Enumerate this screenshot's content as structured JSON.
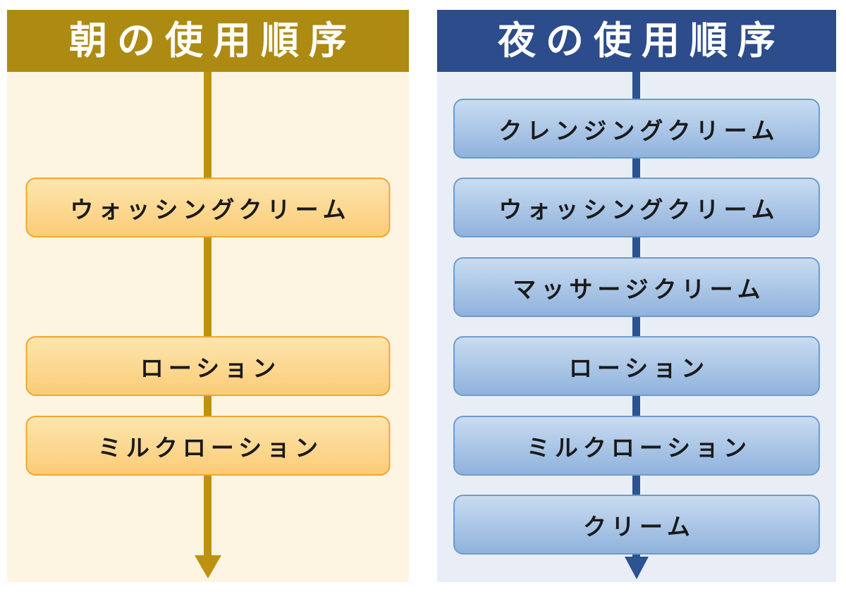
{
  "diagram_title": "skincare-usage-order-flowcharts",
  "panels": [
    {
      "id": "morning",
      "title": "朝の使用順序",
      "steps": [
        "ウォッシングクリーム",
        "ローション",
        "ミルクローション"
      ],
      "colors": {
        "header_bg": "#AD8A12",
        "header_text": "#FFFFFF",
        "body_bg": "#FDF5E2",
        "box_fill_top": "#FDE5AE",
        "box_fill_bottom": "#FBCC77",
        "box_border": "#F0A62F",
        "arrow": "#BE9210",
        "step_text": "#1A1A1A"
      }
    },
    {
      "id": "night",
      "title": "夜の使用順序",
      "steps": [
        "クレンジングクリーム",
        "ウォッシングクリーム",
        "マッサージクリーム",
        "ローション",
        "ミルクローション",
        "クリーム"
      ],
      "colors": {
        "header_bg": "#2C4C8B",
        "header_text": "#FFFFFF",
        "body_bg": "#E9EEF6",
        "box_fill_top": "#C9DCF1",
        "box_fill_bottom": "#8FB2DC",
        "box_border": "#6D9CCC",
        "arrow": "#2B5291",
        "step_text": "#1A1A1A"
      }
    }
  ]
}
